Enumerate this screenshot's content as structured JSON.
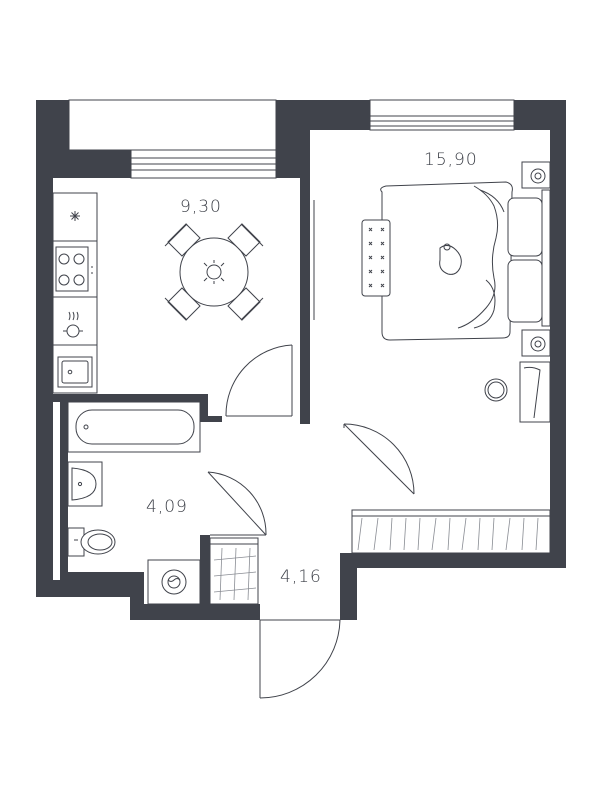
{
  "colors": {
    "wall": "#40434b",
    "line": "#40434b",
    "background": "#ffffff"
  },
  "rooms": {
    "kitchen": {
      "area": "9,30"
    },
    "bedroom": {
      "area": "15,90"
    },
    "bathroom": {
      "area": "4,09"
    },
    "hall": {
      "area": "4,16"
    }
  },
  "fixtures": {
    "stove": "stove-icon",
    "sink": "sink-icon",
    "bathtub": "bathtub-icon",
    "toilet": "toilet-icon",
    "washer": "washing-machine-icon",
    "bed": "double-bed-icon",
    "table": "dining-table-icon"
  }
}
